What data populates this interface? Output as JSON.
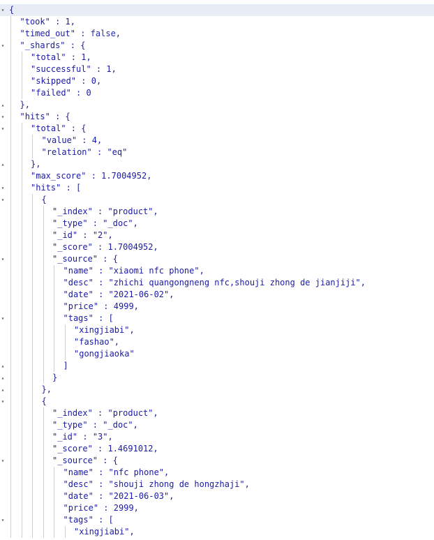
{
  "editor": {
    "lines": [
      {
        "text": "{",
        "fold": "open",
        "indent": 0,
        "active": true
      },
      {
        "text": "\"took\" : 1,",
        "indent": 1
      },
      {
        "text": "\"timed_out\" : false,",
        "indent": 1
      },
      {
        "text": "\"_shards\" : {",
        "fold": "open",
        "indent": 1
      },
      {
        "text": "\"total\" : 1,",
        "indent": 2
      },
      {
        "text": "\"successful\" : 1,",
        "indent": 2
      },
      {
        "text": "\"skipped\" : 0,",
        "indent": 2
      },
      {
        "text": "\"failed\" : 0",
        "indent": 2
      },
      {
        "text": "},",
        "fold": "close",
        "indent": 1
      },
      {
        "text": "\"hits\" : {",
        "fold": "open",
        "indent": 1
      },
      {
        "text": "\"total\" : {",
        "fold": "open",
        "indent": 2
      },
      {
        "text": "\"value\" : 4,",
        "indent": 3
      },
      {
        "text": "\"relation\" : \"eq\"",
        "indent": 3
      },
      {
        "text": "},",
        "fold": "close",
        "indent": 2
      },
      {
        "text": "\"max_score\" : 1.7004952,",
        "indent": 2
      },
      {
        "text": "\"hits\" : [",
        "fold": "open",
        "indent": 2
      },
      {
        "text": "{",
        "fold": "open",
        "indent": 3
      },
      {
        "text": "\"_index\" : \"product\",",
        "indent": 4
      },
      {
        "text": "\"_type\" : \"_doc\",",
        "indent": 4
      },
      {
        "text": "\"_id\" : \"2\",",
        "indent": 4
      },
      {
        "text": "\"_score\" : 1.7004952,",
        "indent": 4
      },
      {
        "text": "\"_source\" : {",
        "fold": "open",
        "indent": 4
      },
      {
        "text": "\"name\" : \"xiaomi nfc phone\",",
        "indent": 5
      },
      {
        "text": "\"desc\" : \"zhichi quangongneng nfc,shouji zhong de jianjiji\",",
        "indent": 5
      },
      {
        "text": "\"date\" : \"2021-06-02\",",
        "indent": 5
      },
      {
        "text": "\"price\" : 4999,",
        "indent": 5
      },
      {
        "text": "\"tags\" : [",
        "fold": "open",
        "indent": 5
      },
      {
        "text": "\"xingjiabi\",",
        "indent": 6
      },
      {
        "text": "\"fashao\",",
        "indent": 6
      },
      {
        "text": "\"gongjiaoka\"",
        "indent": 6
      },
      {
        "text": "]",
        "fold": "close",
        "indent": 5
      },
      {
        "text": "}",
        "fold": "close",
        "indent": 4
      },
      {
        "text": "},",
        "fold": "close",
        "indent": 3
      },
      {
        "text": "{",
        "fold": "open",
        "indent": 3
      },
      {
        "text": "\"_index\" : \"product\",",
        "indent": 4
      },
      {
        "text": "\"_type\" : \"_doc\",",
        "indent": 4
      },
      {
        "text": "\"_id\" : \"3\",",
        "indent": 4
      },
      {
        "text": "\"_score\" : 1.4691012,",
        "indent": 4
      },
      {
        "text": "\"_source\" : {",
        "fold": "open",
        "indent": 4
      },
      {
        "text": "\"name\" : \"nfc phone\",",
        "indent": 5
      },
      {
        "text": "\"desc\" : \"shouji zhong de hongzhaji\",",
        "indent": 5
      },
      {
        "text": "\"date\" : \"2021-06-03\",",
        "indent": 5
      },
      {
        "text": "\"price\" : 2999,",
        "indent": 5
      },
      {
        "text": "\"tags\" : [",
        "fold": "open",
        "indent": 5
      },
      {
        "text": "\"xingjiabi\",",
        "indent": 6
      }
    ]
  },
  "icons": {
    "fold_open": "caret-down-icon",
    "fold_close": "caret-up-icon"
  }
}
